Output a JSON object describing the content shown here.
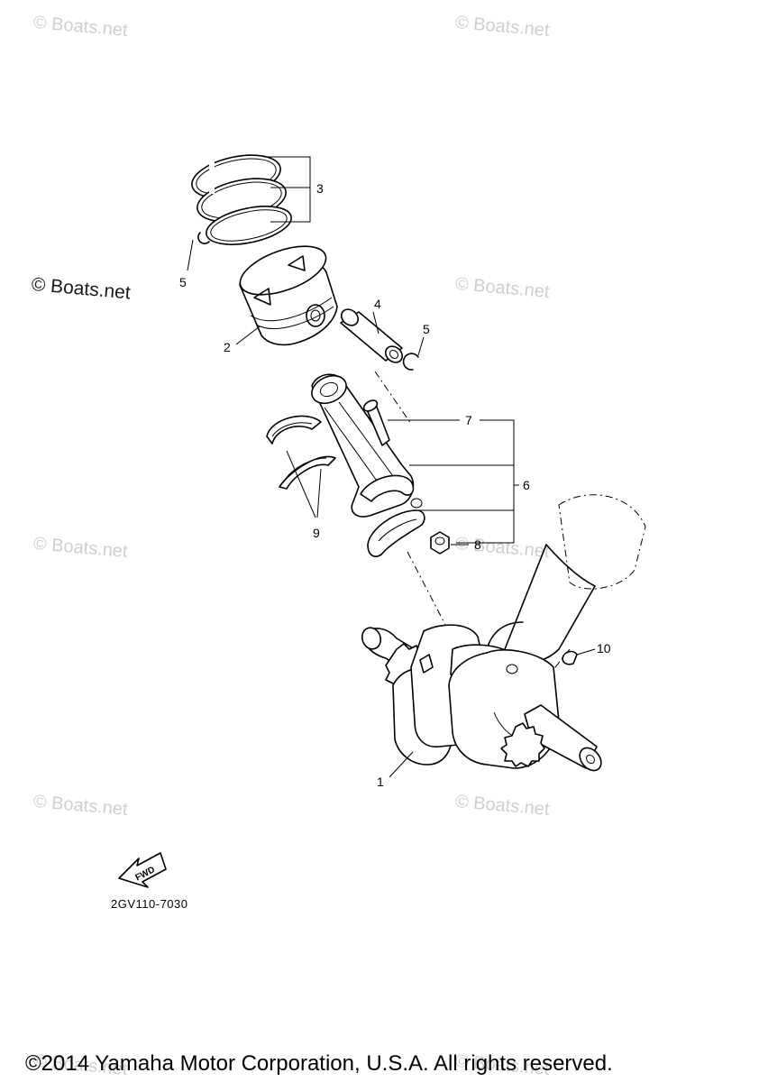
{
  "watermarks": {
    "light": "© Boats.net",
    "strong": "© Boats.net"
  },
  "callouts": {
    "c1": "1",
    "c2": "2",
    "c3": "3",
    "c4": "4",
    "c5a": "5",
    "c5b": "5",
    "c6": "6",
    "c7": "7",
    "c8": "8",
    "c9": "9",
    "c10": "10"
  },
  "fwd_label": "FWD",
  "drawing_code": "2GV110-7030",
  "copyright": "©2014 Yamaha Motor Corporation, U.S.A. All rights reserved."
}
